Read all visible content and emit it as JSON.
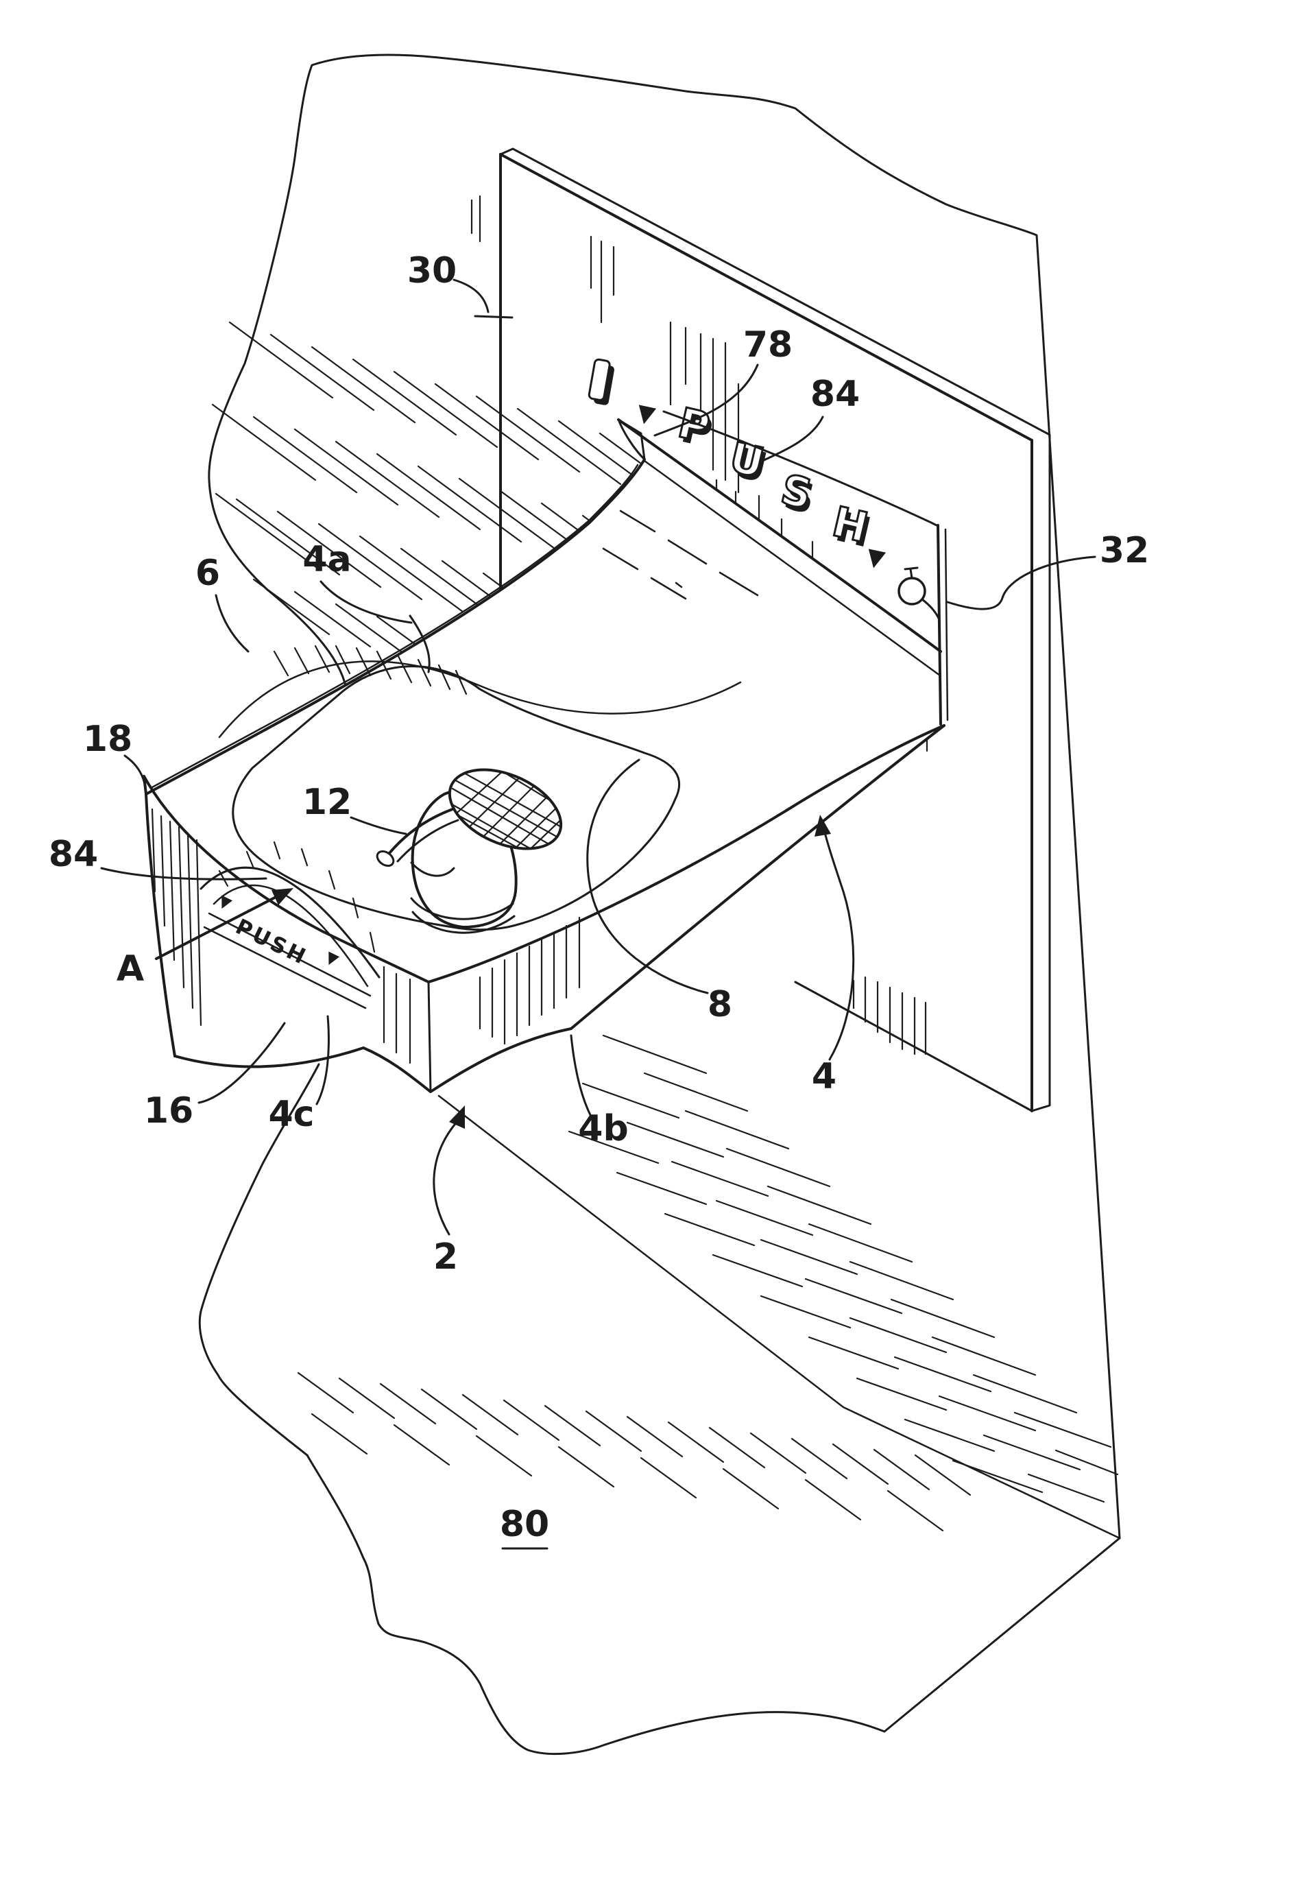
{
  "page": {
    "background": "#ffffff",
    "ink": "#1c1c1c"
  },
  "figure": {
    "type": "patent_line_drawing",
    "description": "Perspective view of a wall-mounted dispenser with curved hood on a back plate",
    "ref_labels": {
      "r30": "30",
      "r78": "78",
      "r84a": "84",
      "r4a": "4a",
      "r6": "6",
      "r32": "32",
      "r18": "18",
      "r12": "12",
      "r84b": "84",
      "rA": "A",
      "r8": "8",
      "r4": "4",
      "r16": "16",
      "r4c": "4c",
      "r4b": "4b",
      "r2": "2",
      "r80": "80"
    },
    "plate_indicia": {
      "l1": "P",
      "l2": "U",
      "l3": "S",
      "l4": "H",
      "arrow_before": "▼",
      "arrow_after": "▼"
    },
    "window_indicia": {
      "text": "PUSH",
      "arrow_before": "▼",
      "arrow_after": "▼"
    },
    "icons": {
      "droplet": "droplet-icon",
      "bar_glyph": "bar-glyph-icon",
      "down_arrows": "▼"
    }
  }
}
